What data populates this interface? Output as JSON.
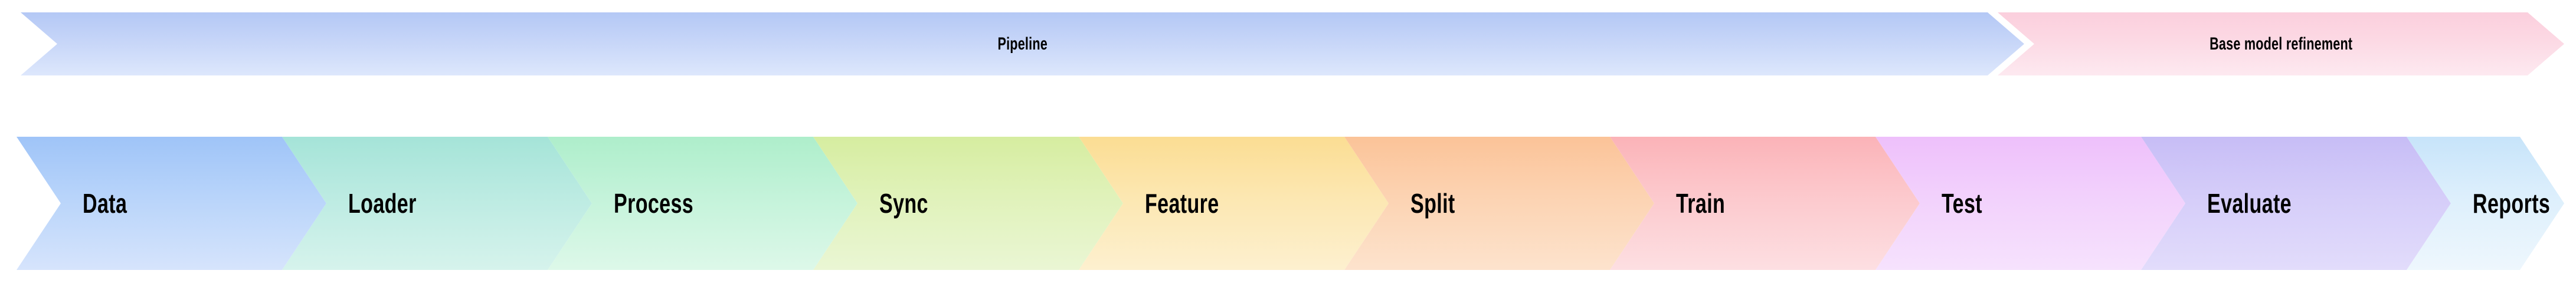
{
  "diagram": {
    "title": "ML pipeline chevron process diagram",
    "background_color": "#ffffff",
    "text_color": "#000000"
  },
  "banner_row": {
    "items": [
      {
        "id": "pipeline",
        "label": "Pipeline",
        "color_top": "#b4c8f5",
        "color_bottom": "#dde7fc"
      },
      {
        "id": "base-model-refinement",
        "label": "Base model refinement",
        "color_top": "#fbcfdd",
        "color_bottom": "#fde9f0"
      }
    ]
  },
  "stage_row": {
    "items": [
      {
        "id": "data",
        "label": "Data",
        "color_top": "#9fc4f8",
        "color_bottom": "#d6e4fc"
      },
      {
        "id": "loader",
        "label": "Loader",
        "color_top": "#a5e4d8",
        "color_bottom": "#d6f3ec"
      },
      {
        "id": "process",
        "label": "Process",
        "color_top": "#aeeecb",
        "color_bottom": "#ddf8e9"
      },
      {
        "id": "sync",
        "label": "Sync",
        "color_top": "#d6eda0",
        "color_bottom": "#eaf6d4"
      },
      {
        "id": "feature",
        "label": "Feature",
        "color_top": "#fbdd93",
        "color_bottom": "#fdf0cf"
      },
      {
        "id": "split",
        "label": "Split",
        "color_top": "#fbc398",
        "color_bottom": "#fde3cd"
      },
      {
        "id": "train",
        "label": "Train",
        "color_top": "#fbb3b8",
        "color_bottom": "#fddfe2"
      },
      {
        "id": "test",
        "label": "Test",
        "color_top": "#eec0fb",
        "color_bottom": "#f6e2fd"
      },
      {
        "id": "evaluate",
        "label": "Evaluate",
        "color_top": "#c7bdf6",
        "color_bottom": "#e2dcfb"
      },
      {
        "id": "reports",
        "label": "Reports",
        "color_top": "#c7e4fa",
        "color_bottom": "#eef7fd"
      }
    ]
  }
}
